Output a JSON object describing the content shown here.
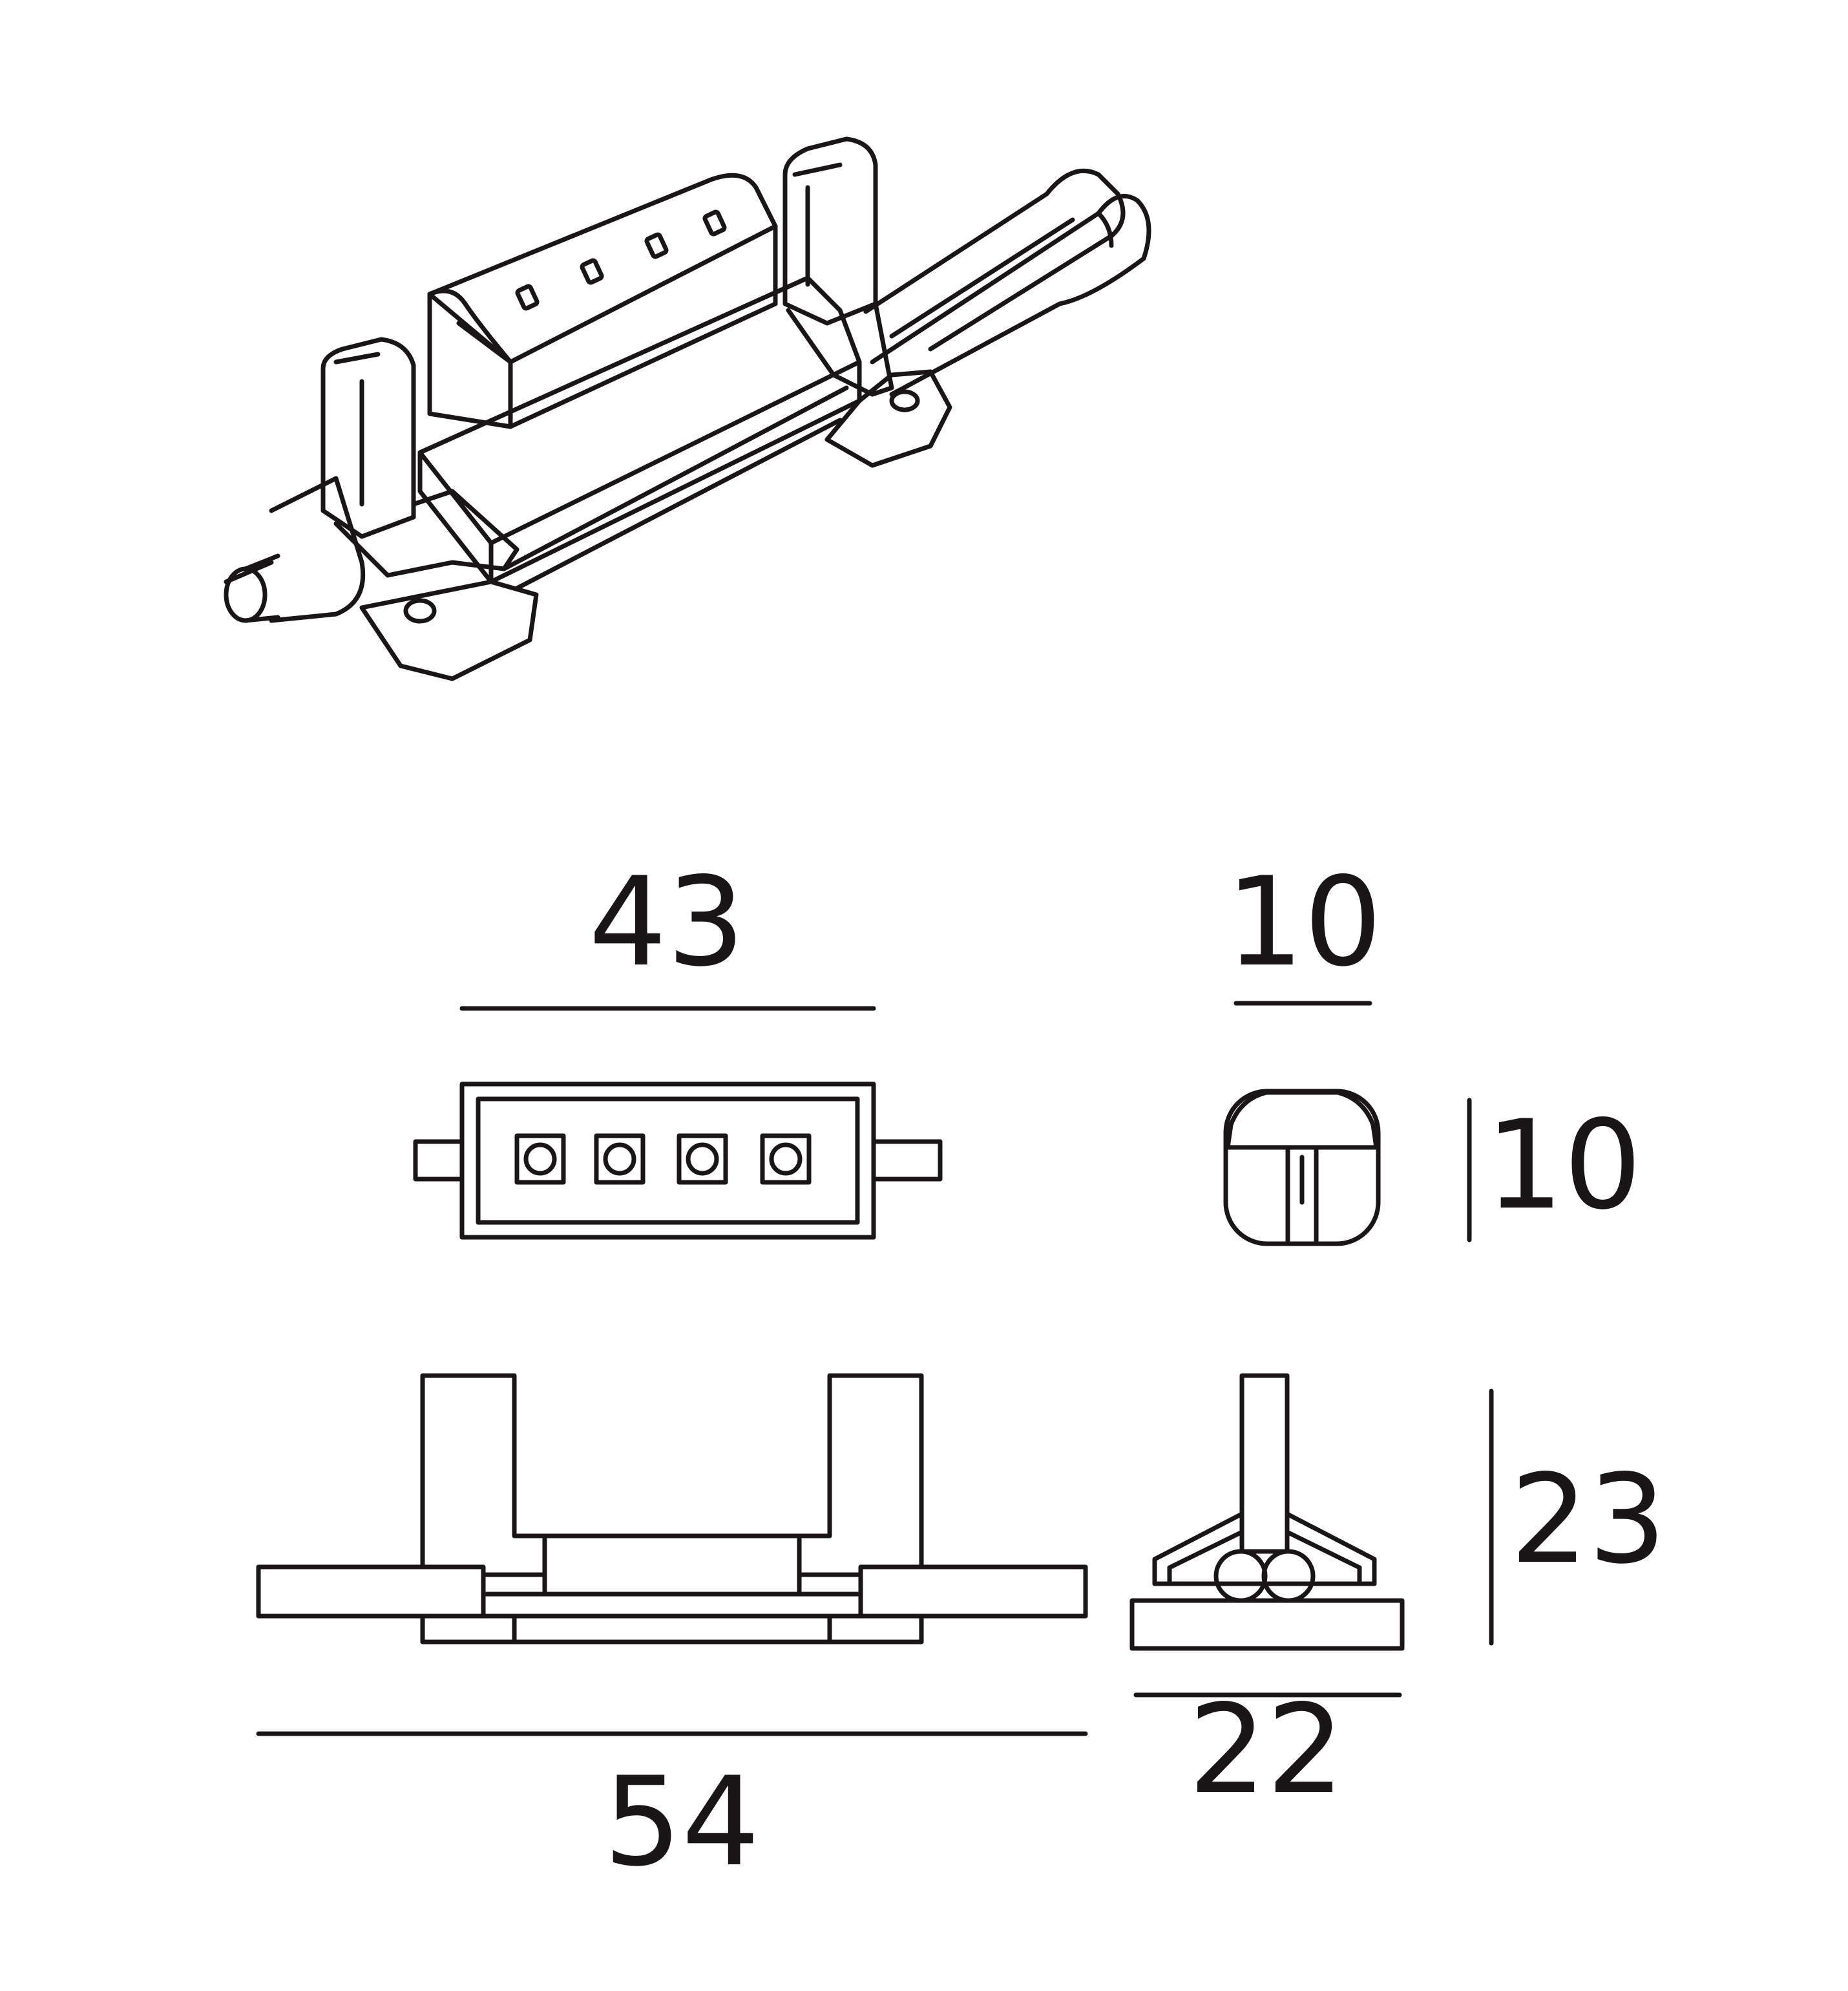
{
  "colors": {
    "line": "#1a1617",
    "background": "#ffffff"
  },
  "dimensions": {
    "front_top_width": "43",
    "end_top_width": "10",
    "end_top_height": "10",
    "bottom_total_width": "54",
    "side_width": "22",
    "side_height": "23"
  }
}
